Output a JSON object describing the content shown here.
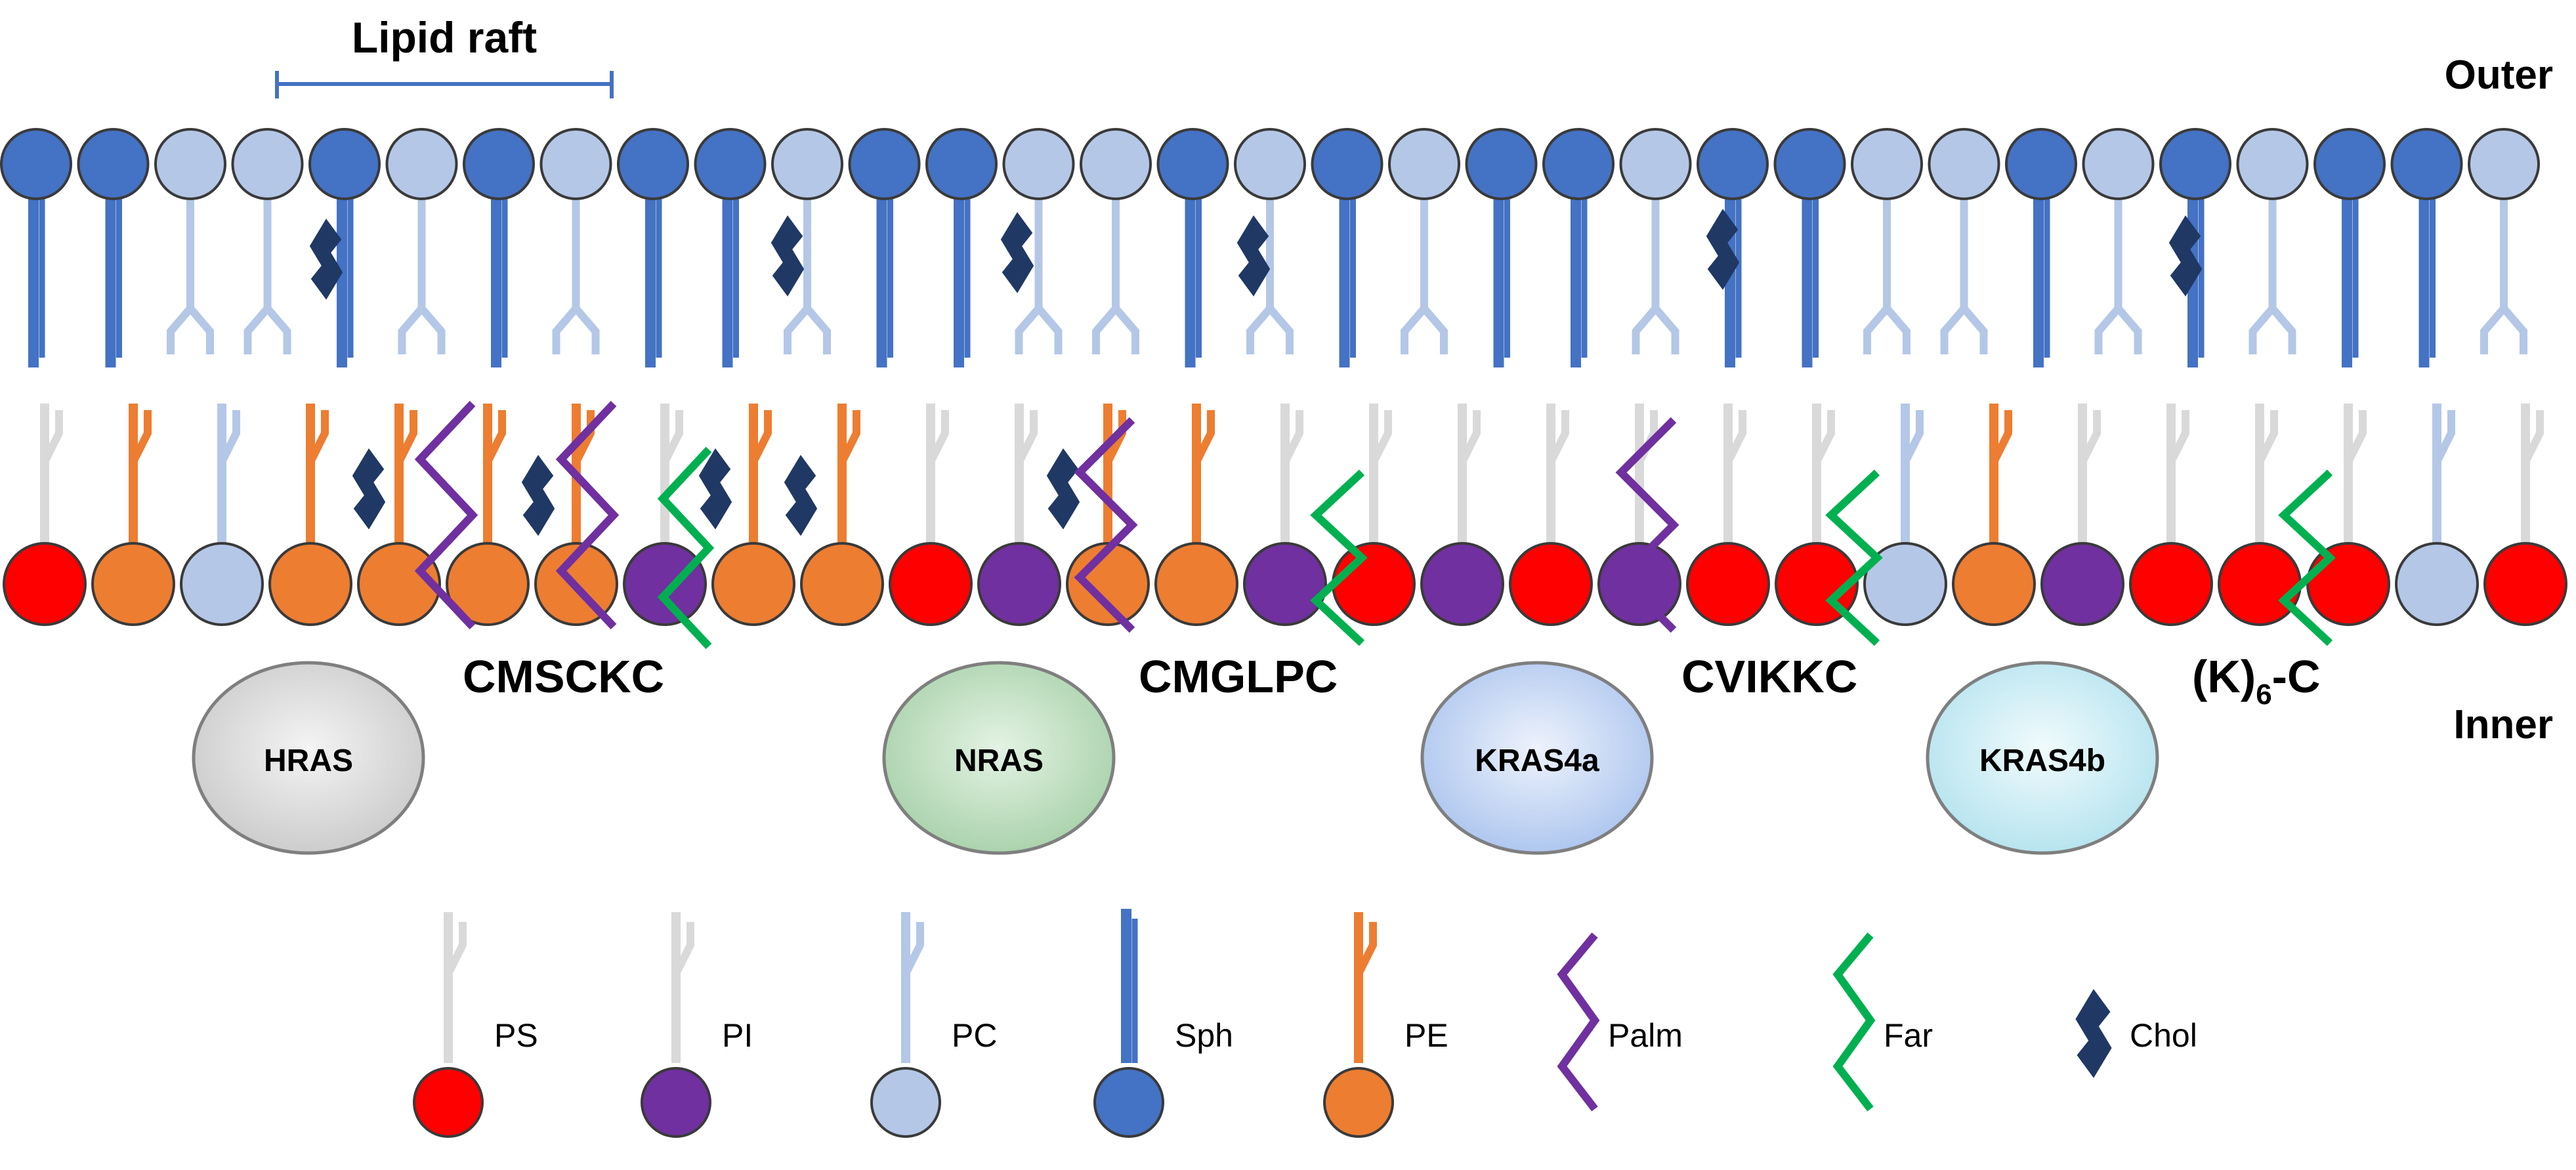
{
  "raft_label": "Lipid raft",
  "leaflets": {
    "outer": "Outer",
    "inner": "Inner"
  },
  "outer_leaflet": [
    "Sph",
    "Sph",
    "PC",
    "PC",
    "Sph",
    "PC",
    "Sph",
    "PC",
    "Sph",
    "Sph",
    "PC",
    "Sph",
    "Sph",
    "PC",
    "PC",
    "Sph",
    "PC",
    "Sph",
    "PC",
    "Sph",
    "Sph",
    "PC",
    "Sph",
    "Sph",
    "PC",
    "PC",
    "Sph",
    "PC",
    "Sph",
    "PC",
    "Sph",
    "Sph",
    "PC"
  ],
  "inner_leaflet": [
    "PS",
    "PE",
    "PC",
    "PE",
    "PE",
    "PE",
    "PE",
    "PI",
    "PE",
    "PE",
    "PS",
    "PI",
    "PE",
    "PE",
    "PI",
    "PS",
    "PI",
    "PS",
    "PI",
    "PS",
    "PS",
    "PC",
    "PE",
    "PI",
    "PS",
    "PS",
    "PS",
    "PC",
    "PS"
  ],
  "proteins": [
    {
      "name": "HRAS",
      "motif": "CMSCKC",
      "fill": "#d6d6d6"
    },
    {
      "name": "NRAS",
      "motif": "CMGLPC",
      "fill": "#b5d9b5"
    },
    {
      "name": "KRAS4a",
      "motif": "CVIKKC",
      "fill": "#c4d6f2"
    },
    {
      "name": "KRAS4b",
      "motif_main": "(K)",
      "motif_sub": "6",
      "motif_tail": "-C",
      "fill": "#c8ecf4"
    }
  ],
  "legend": [
    {
      "label": "PS",
      "kind": "lipid",
      "head": "#ff0000",
      "tail": "#d9d9d9"
    },
    {
      "label": "PI",
      "kind": "lipid",
      "head": "#7030a0",
      "tail": "#d9d9d9"
    },
    {
      "label": "PC",
      "kind": "lipid",
      "head": "#b4c7e7",
      "tail": "#b4c7e7"
    },
    {
      "label": "Sph",
      "kind": "sph",
      "head": "#4472c4",
      "tail": "#4472c4"
    },
    {
      "label": "PE",
      "kind": "lipid",
      "head": "#ed7d31",
      "tail": "#ed7d31"
    },
    {
      "label": "Palm",
      "kind": "palm",
      "color": "#7030a0"
    },
    {
      "label": "Far",
      "kind": "far",
      "color": "#00b050"
    },
    {
      "label": "Chol",
      "kind": "chol",
      "color": "#203864"
    }
  ],
  "colors": {
    "PS": "#ff0000",
    "PI": "#7030a0",
    "PC": "#b4c7e7",
    "Sph": "#4472c4",
    "PE": "#ed7d31",
    "grey_tail": "#d9d9d9",
    "palm": "#7030a0",
    "far": "#00b050",
    "chol": "#203864",
    "raft_bracket": "#4472c4"
  }
}
